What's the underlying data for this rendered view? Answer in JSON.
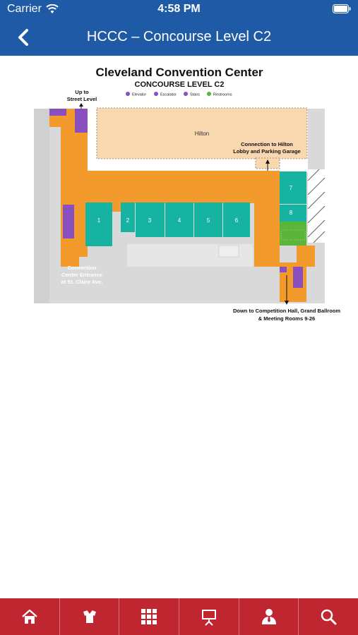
{
  "status_bar": {
    "carrier": "Carrier",
    "time": "4:58 PM"
  },
  "nav": {
    "title": "HCCC – Concourse Level C2",
    "back_icon": "chevron-left-icon"
  },
  "map": {
    "title": "Cleveland Convention Center",
    "subtitle": "CONCOURSE LEVEL C2",
    "legend": [
      {
        "label": "Elevator",
        "color": "#8a4fbf"
      },
      {
        "label": "Escalator",
        "color": "#8a4fbf"
      },
      {
        "label": "Stairs",
        "color": "#8a4fbf"
      },
      {
        "label": "Restrooms",
        "color": "#5bb53a"
      }
    ],
    "labels": {
      "up_to": "Up to",
      "street_level": "Street Level",
      "hilton": "Hilton",
      "connection_line1": "Connection to Hilton",
      "connection_line2": "Lobby and Parking Garage",
      "entrance_line1": "Convention",
      "entrance_line2": "Center Entrance",
      "entrance_line3": "at St. Claire Ave.",
      "down_line1": "Down to Competition Hall, Grand Ballroom",
      "down_line2": "& Meeting Rooms 9-26"
    },
    "rooms": [
      "1",
      "2",
      "3",
      "4",
      "5",
      "6",
      "7",
      "8"
    ],
    "colors": {
      "concourse": "#f39a2c",
      "room": "#16b3a3",
      "hilton": "#f9d8b0",
      "restroom": "#5bb53a",
      "vertical": "#8a4fbf",
      "building": "#d9d9d9"
    }
  },
  "tab_bar": {
    "items": [
      {
        "name": "home",
        "icon": "home-icon"
      },
      {
        "name": "attendees",
        "icon": "attendees-icon"
      },
      {
        "name": "grid",
        "icon": "grid-icon"
      },
      {
        "name": "presentation",
        "icon": "presentation-icon"
      },
      {
        "name": "speaker",
        "icon": "speaker-icon"
      },
      {
        "name": "search",
        "icon": "search-icon"
      }
    ]
  }
}
